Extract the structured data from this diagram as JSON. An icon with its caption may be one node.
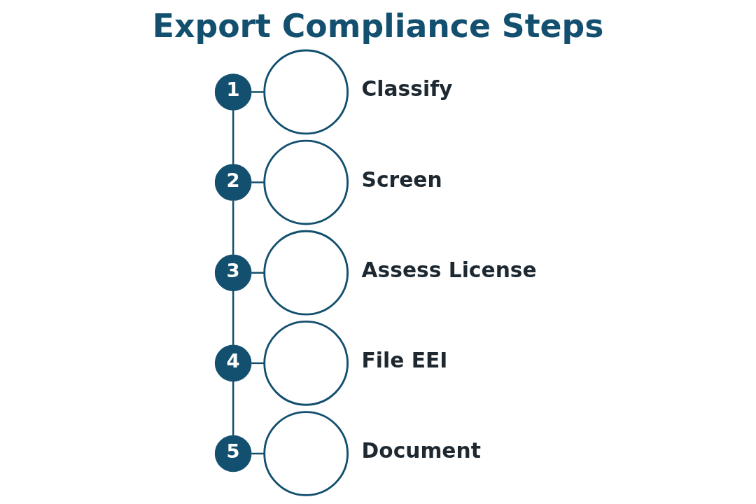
{
  "diagram": {
    "title": "Export Compliance Steps",
    "nodes": [
      {
        "text": [
          "1"
        ]
      },
      {
        "text": [],
        "shape": "circle",
        "beside": [
          "Classify"
        ]
      },
      {
        "text": [
          "2"
        ]
      },
      {
        "text": [],
        "shape": "circle",
        "beside": [
          "Screen"
        ]
      },
      {
        "text": [
          "3"
        ]
      },
      {
        "text": [],
        "shape": "circle",
        "beside": [
          "Assess License"
        ]
      },
      {
        "text": [
          "4"
        ]
      },
      {
        "text": [],
        "shape": "circle",
        "beside": [
          "File EEI"
        ]
      },
      {
        "text": [
          "5"
        ]
      },
      {
        "text": [],
        "shape": "circle",
        "beside": [
          "Document"
        ]
      }
    ],
    "edges": [
      {
        "from": 0,
        "to": 1,
        "arrow": "none"
      },
      {
        "from": 0,
        "to": 2,
        "arrow": "none"
      },
      {
        "from": 2,
        "to": 3,
        "arrow": "none"
      },
      {
        "from": 2,
        "to": 4,
        "arrow": "none"
      },
      {
        "from": 4,
        "to": 5,
        "arrow": "none"
      },
      {
        "from": 4,
        "to": 6,
        "arrow": "none"
      },
      {
        "from": 6,
        "to": 7,
        "arrow": "none"
      },
      {
        "from": 6,
        "to": 8,
        "arrow": "none"
      },
      {
        "from": 8,
        "to": 9,
        "arrow": "none"
      }
    ]
  }
}
